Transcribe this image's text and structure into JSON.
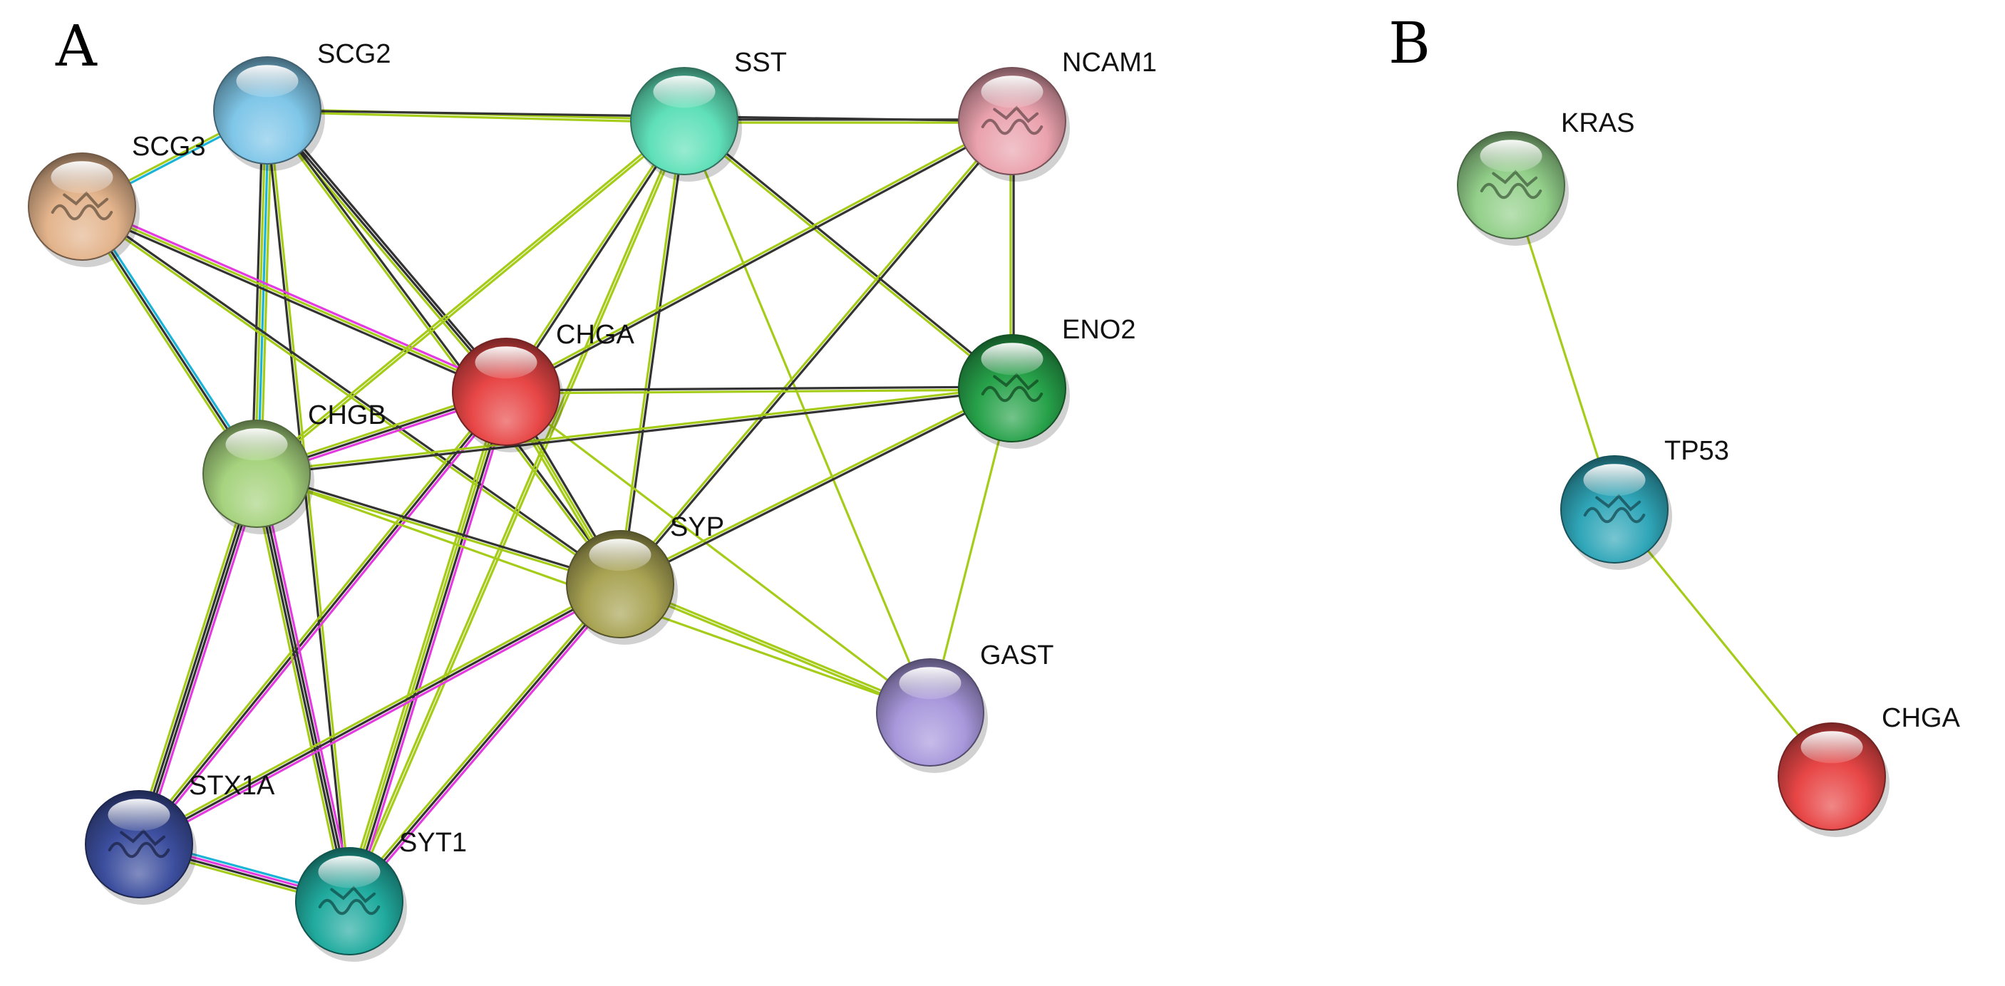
{
  "panels": [
    {
      "letter": "A",
      "nodes": [
        {
          "id": "SCG2",
          "label": "SCG2",
          "color": "#7fc6e8"
        },
        {
          "id": "SCG3",
          "label": "SCG3",
          "color": "#e3b48c",
          "icon": "protein-structure-icon"
        },
        {
          "id": "SST",
          "label": "SST",
          "color": "#5fe0b8"
        },
        {
          "id": "NCAM1",
          "label": "NCAM1",
          "color": "#eaa2ae",
          "icon": "protein-structure-icon"
        },
        {
          "id": "CHGA",
          "label": "CHGA",
          "color": "#e84646"
        },
        {
          "id": "ENO2",
          "label": "ENO2",
          "color": "#27a24a",
          "icon": "protein-structure-icon"
        },
        {
          "id": "CHGB",
          "label": "CHGB",
          "color": "#a6d37e"
        },
        {
          "id": "SYP",
          "label": "SYP",
          "color": "#a8a353"
        },
        {
          "id": "GAST",
          "label": "GAST",
          "color": "#a898dc"
        },
        {
          "id": "STX1A",
          "label": "STX1A",
          "color": "#3c4e9e",
          "icon": "protein-structure-icon"
        },
        {
          "id": "SYT1",
          "label": "SYT1",
          "color": "#21ab9f",
          "icon": "protein-structure-icon"
        }
      ],
      "edges": [
        {
          "source": "SCG2",
          "target": "SST",
          "evidence": [
            "yellow-green",
            "yellow-green"
          ]
        },
        {
          "source": "SCG2",
          "target": "NCAM1",
          "evidence": [
            "black"
          ]
        },
        {
          "source": "SCG2",
          "target": "SCG3",
          "evidence": [
            "cyan",
            "yellow-green"
          ]
        },
        {
          "source": "SCG2",
          "target": "CHGB",
          "evidence": [
            "yellow-green",
            "cyan",
            "yellow-green",
            "black"
          ]
        },
        {
          "source": "SCG2",
          "target": "CHGA",
          "evidence": [
            "black",
            "black",
            "yellow-green"
          ]
        },
        {
          "source": "SCG2",
          "target": "SYP",
          "evidence": [
            "black",
            "yellow-green"
          ]
        },
        {
          "source": "SCG2",
          "target": "SYT1",
          "evidence": [
            "yellow-green",
            "black"
          ]
        },
        {
          "source": "SCG3",
          "target": "CHGA",
          "evidence": [
            "magenta",
            "yellow-green",
            "black"
          ]
        },
        {
          "source": "SCG3",
          "target": "CHGB",
          "evidence": [
            "cyan",
            "black",
            "yellow-green"
          ]
        },
        {
          "source": "SCG3",
          "target": "SYP",
          "evidence": [
            "black",
            "yellow-green"
          ]
        },
        {
          "source": "SST",
          "target": "NCAM1",
          "evidence": [
            "black",
            "yellow-green"
          ]
        },
        {
          "source": "SST",
          "target": "ENO2",
          "evidence": [
            "black",
            "yellow-green"
          ]
        },
        {
          "source": "SST",
          "target": "CHGA",
          "evidence": [
            "black",
            "yellow-green"
          ]
        },
        {
          "source": "SST",
          "target": "CHGB",
          "evidence": [
            "yellow-green",
            "yellow-green"
          ]
        },
        {
          "source": "SST",
          "target": "SYP",
          "evidence": [
            "black",
            "yellow-green"
          ]
        },
        {
          "source": "SST",
          "target": "GAST",
          "evidence": [
            "yellow-green"
          ]
        },
        {
          "source": "SST",
          "target": "SYT1",
          "evidence": [
            "yellow-green",
            "yellow-green"
          ]
        },
        {
          "source": "NCAM1",
          "target": "ENO2",
          "evidence": [
            "black",
            "yellow-green"
          ]
        },
        {
          "source": "NCAM1",
          "target": "CHGA",
          "evidence": [
            "black",
            "yellow-green"
          ]
        },
        {
          "source": "NCAM1",
          "target": "SYP",
          "evidence": [
            "black",
            "yellow-green"
          ]
        },
        {
          "source": "CHGA",
          "target": "ENO2",
          "evidence": [
            "black",
            "yellow-green"
          ]
        },
        {
          "source": "CHGA",
          "target": "CHGB",
          "evidence": [
            "magenta",
            "black",
            "yellow-green"
          ]
        },
        {
          "source": "CHGA",
          "target": "SYP",
          "evidence": [
            "black",
            "yellow-green",
            "yellow-green"
          ]
        },
        {
          "source": "CHGA",
          "target": "GAST",
          "evidence": [
            "yellow-green"
          ]
        },
        {
          "source": "CHGA",
          "target": "STX1A",
          "evidence": [
            "magenta",
            "black",
            "yellow-green"
          ]
        },
        {
          "source": "CHGA",
          "target": "SYT1",
          "evidence": [
            "magenta",
            "black",
            "yellow-green",
            "yellow-green"
          ]
        },
        {
          "source": "ENO2",
          "target": "CHGB",
          "evidence": [
            "black",
            "yellow-green"
          ]
        },
        {
          "source": "ENO2",
          "target": "SYP",
          "evidence": [
            "black",
            "yellow-green"
          ]
        },
        {
          "source": "ENO2",
          "target": "GAST",
          "evidence": [
            "yellow-green"
          ]
        },
        {
          "source": "CHGB",
          "target": "SYP",
          "evidence": [
            "black",
            "yellow-green"
          ]
        },
        {
          "source": "CHGB",
          "target": "GAST",
          "evidence": [
            "yellow-green"
          ]
        },
        {
          "source": "CHGB",
          "target": "STX1A",
          "evidence": [
            "magenta",
            "black",
            "black",
            "yellow-green"
          ]
        },
        {
          "source": "CHGB",
          "target": "SYT1",
          "evidence": [
            "magenta",
            "black",
            "black",
            "yellow-green"
          ]
        },
        {
          "source": "SYP",
          "target": "GAST",
          "evidence": [
            "yellow-green",
            "yellow-green"
          ]
        },
        {
          "source": "SYP",
          "target": "STX1A",
          "evidence": [
            "magenta",
            "black",
            "yellow-green"
          ]
        },
        {
          "source": "SYP",
          "target": "SYT1",
          "evidence": [
            "magenta",
            "black",
            "yellow-green"
          ]
        },
        {
          "source": "STX1A",
          "target": "SYT1",
          "evidence": [
            "cyan",
            "magenta",
            "black",
            "yellow-green"
          ]
        }
      ]
    },
    {
      "letter": "B",
      "nodes": [
        {
          "id": "KRAS",
          "label": "KRAS",
          "color": "#93d08a",
          "icon": "protein-structure-icon"
        },
        {
          "id": "TP53",
          "label": "TP53",
          "color": "#2fa6b8",
          "icon": "protein-structure-icon"
        },
        {
          "id": "CHGA",
          "label": "CHGA",
          "color": "#e84646"
        }
      ],
      "edges": [
        {
          "source": "KRAS",
          "target": "TP53",
          "evidence": [
            "yellow-green"
          ]
        },
        {
          "source": "TP53",
          "target": "CHGA",
          "evidence": [
            "yellow-green"
          ]
        }
      ]
    }
  ],
  "evidence_colors": {
    "yellow-green": "#a6cc1a",
    "black": "#333333",
    "cyan": "#1bb3d6",
    "magenta": "#e33be0"
  }
}
